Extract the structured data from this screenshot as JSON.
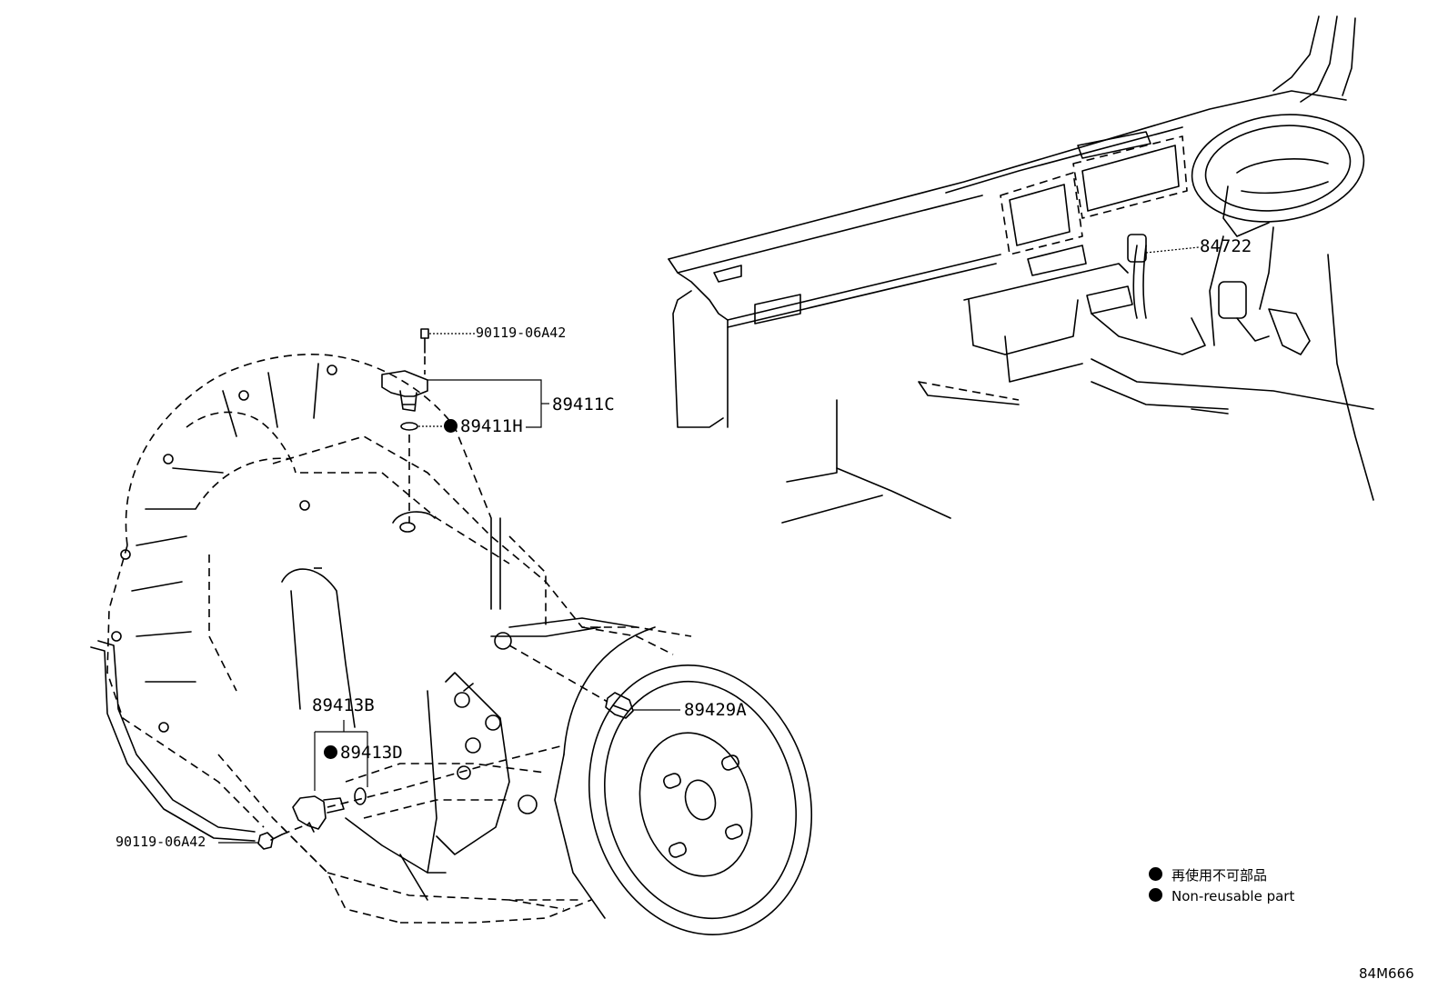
{
  "labels": {
    "bolt_top": "90119-06A42",
    "sensor_top": "89411C",
    "oring_top": "89411H",
    "sensor_side": "89413B",
    "oring_side": "89413D",
    "speed_sensor": "89429A",
    "bolt_bottom": "90119-06A42",
    "dash_sensor": "84722"
  },
  "legend": {
    "line1": "再使用不可部品",
    "line2": "Non-reusable part"
  },
  "drawing_number": "84M666"
}
